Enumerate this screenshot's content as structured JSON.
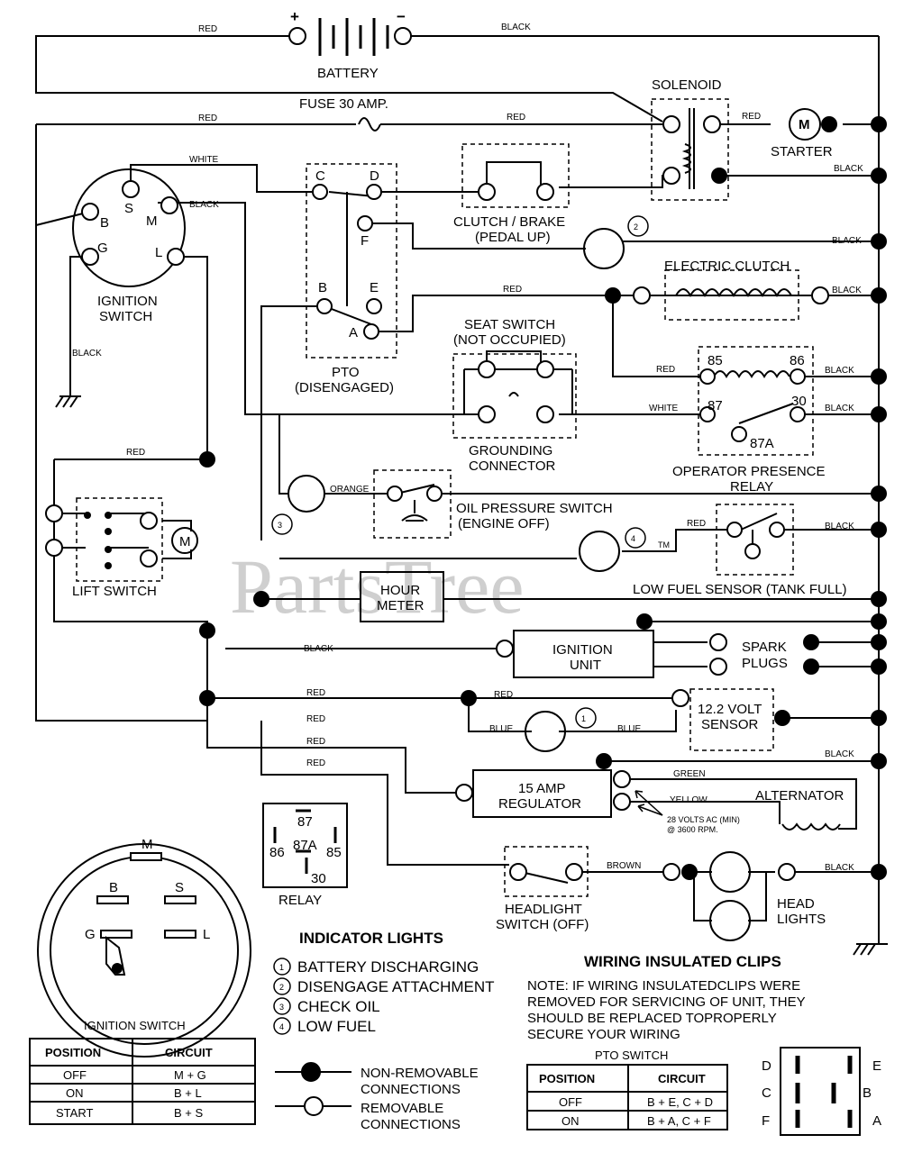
{
  "watermark": "PartsTree",
  "watermark_tm": "TM",
  "battery": {
    "label": "BATTERY",
    "plus": "+",
    "minus": "−"
  },
  "fuse": "FUSE 30 AMP.",
  "solenoid": "SOLENOID",
  "starter": "STARTER",
  "starter_m": "M",
  "ignition_switch": {
    "line1": "IGNITION",
    "line2": "SWITCH",
    "b": "B",
    "s": "S",
    "m": "M",
    "g": "G",
    "l": "L"
  },
  "pto": {
    "line1": "PTO",
    "line2": "(DISENGAGED)",
    "c": "C",
    "d": "D",
    "f": "F",
    "b": "B",
    "e": "E",
    "a": "A"
  },
  "clutch_brake": {
    "line1": "CLUTCH / BRAKE",
    "line2": "(PEDAL UP)"
  },
  "electric_clutch": "ELECTRIC CLUTCH",
  "seat_switch": {
    "line1": "SEAT SWITCH",
    "line2": "(NOT OCCUPIED)"
  },
  "grounding": {
    "line1": "GROUNDING",
    "line2": "CONNECTOR"
  },
  "relay_block": {
    "line1": "OPERATOR PRESENCE",
    "line2": "RELAY",
    "t85": "85",
    "t86": "86",
    "t87": "87",
    "t30": "30",
    "t87a": "87A"
  },
  "oil_pressure": {
    "line1": "OIL PRESSURE SWITCH",
    "line2": "(ENGINE OFF)"
  },
  "lift_switch": "LIFT SWITCH",
  "lift_motor": "M",
  "low_fuel": "LOW FUEL SENSOR (TANK FULL)",
  "hour_meter": {
    "line1": "HOUR",
    "line2": "METER"
  },
  "ignition_unit": {
    "line1": "IGNITION",
    "line2": "UNIT"
  },
  "spark_plugs": {
    "line1": "SPARK",
    "line2": "PLUGS"
  },
  "volt_sensor": {
    "line1": "12.2 VOLT",
    "line2": "SENSOR"
  },
  "regulator": {
    "line1": "15 AMP",
    "line2": "REGULATOR"
  },
  "alternator": "ALTERNATOR",
  "alt_note": {
    "line1": "28 VOLTS AC (MIN)",
    "line2": "@ 3600 RPM."
  },
  "headlight_switch": {
    "line1": "HEADLIGHT",
    "line2": "SWITCH (OFF)"
  },
  "head_lights": {
    "line1": "HEAD",
    "line2": "LIGHTS"
  },
  "relay_detail": {
    "label": "RELAY",
    "t87": "87",
    "t87a": "87A",
    "t86": "86",
    "t85": "85",
    "t30": "30"
  },
  "switch_face": {
    "m": "M",
    "b": "B",
    "s": "S",
    "g": "G",
    "l": "L"
  },
  "wires": {
    "red": "RED",
    "black": "BLACK",
    "white": "WHITE",
    "orange": "ORANGE",
    "blue": "BLUE",
    "green": "GREEN",
    "yellow": "YELLOW",
    "brown": "BROWN"
  },
  "markers": {
    "n1": "1",
    "n2": "2",
    "n3": "3",
    "n4": "4"
  },
  "indicator": {
    "title": "INDICATOR LIGHTS",
    "items": [
      {
        "num": "1",
        "text": "BATTERY DISCHARGING"
      },
      {
        "num": "2",
        "text": "DISENGAGE ATTACHMENT"
      },
      {
        "num": "3",
        "text": "CHECK OIL"
      },
      {
        "num": "4",
        "text": "LOW FUEL"
      }
    ]
  },
  "clips": {
    "title": "WIRING INSULATED CLIPS",
    "lines": [
      "NOTE: IF WIRING INSULATEDCLIPS WERE",
      "REMOVED FOR SERVICING OF UNIT, THEY",
      "SHOULD BE REPLACED TOPROPERLY",
      "SECURE YOUR WIRING"
    ]
  },
  "legend": {
    "nonremovable": {
      "line1": "NON-REMOVABLE",
      "line2": "CONNECTIONS"
    },
    "removable": {
      "line1": "REMOVABLE",
      "line2": "CONNECTIONS"
    }
  },
  "ign_table": {
    "title": "IGNITION SWITCH",
    "headers": [
      "POSITION",
      "CIRCUIT"
    ],
    "rows": [
      [
        "OFF",
        "M + G"
      ],
      [
        "ON",
        "B + L"
      ],
      [
        "START",
        "B + S"
      ]
    ]
  },
  "pto_table": {
    "title": "PTO SWITCH",
    "headers": [
      "POSITION",
      "CIRCUIT"
    ],
    "rows": [
      [
        "OFF",
        "B + E, C + D"
      ],
      [
        "ON",
        "B + A, C + F"
      ]
    ]
  },
  "pto_face": {
    "d": "D",
    "c": "C",
    "f": "F",
    "e": "E",
    "b": "B",
    "a": "A"
  }
}
